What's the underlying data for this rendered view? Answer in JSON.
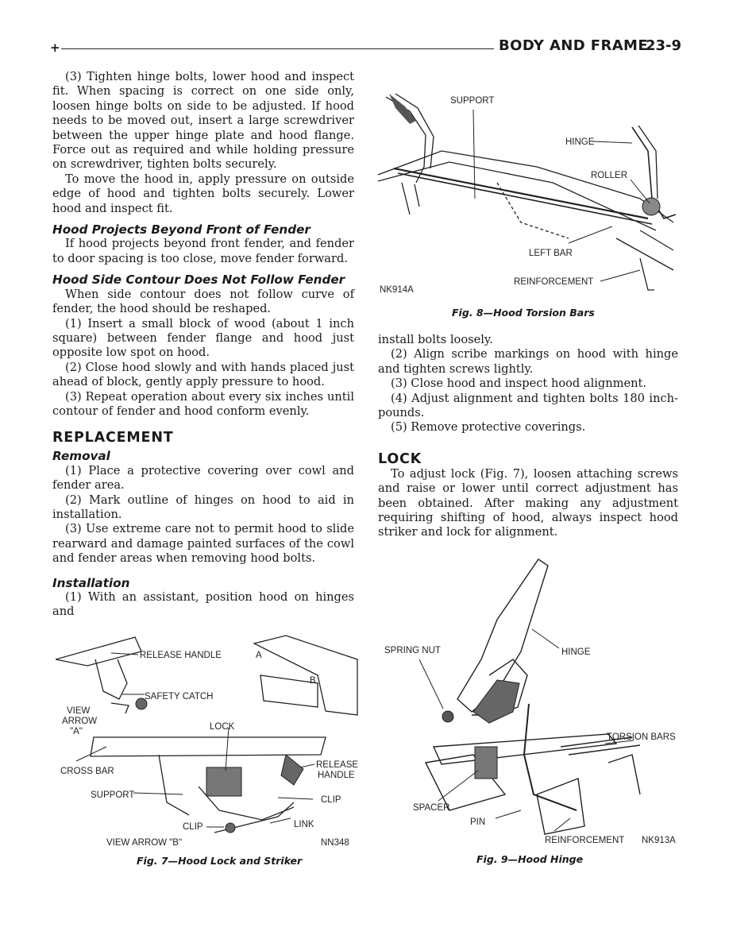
{
  "header": {
    "plus": "+",
    "title": "BODY AND FRAME",
    "page_number": "23-9"
  },
  "left_column": {
    "p1": "(3) Tighten hinge bolts, lower hood and inspect fit. When spacing is correct on one side only, loosen hinge bolts on side to be adjusted. If hood needs to be moved out, insert a large screwdriver between the upper hinge plate and hood flange. Force out as required and while holding pressure on screwdriver, tighten bolts securely.",
    "p2": "To move the hood in, apply pressure on outside edge of hood and tighten bolts securely. Lower hood and inspect fit.",
    "h_projects": "Hood Projects Beyond Front of Fender",
    "p3": "If hood projects beyond front fender, and fender to door spacing is too close, move fender forward.",
    "h_contour": "Hood Side Contour Does Not Follow Fender",
    "p4": "When side contour does not follow curve of fender, the hood should be reshaped.",
    "p5": "(1) Insert a small block of wood (about 1 inch square) between fender flange and hood just opposite low spot on hood.",
    "p6": "(2) Close hood slowly and with hands placed just ahead of block, gently apply pressure to hood.",
    "p7": "(3) Repeat operation about every six inches until contour of fender and hood conform evenly.",
    "h_replacement": "REPLACEMENT",
    "h_removal": "Removal",
    "p8": "(1) Place a protective covering over cowl and fender area.",
    "p9": "(2) Mark outline of hinges on hood to aid in installation.",
    "p10": "(3) Use extreme care not to permit hood to slide rearward and damage painted surfaces of the cowl and fender areas when removing hood bolts.",
    "h_installation": "Installation",
    "p11": "(1) With an assistant, position hood on hinges and"
  },
  "right_column": {
    "p1": "install bolts loosely.",
    "p2": "(2) Align scribe markings on hood with hinge and tighten screws lightly.",
    "p3": "(3) Close hood and inspect hood alignment.",
    "p4": "(4) Adjust alignment and tighten bolts 180 inch-pounds.",
    "p5": "(5) Remove protective coverings.",
    "h_lock": "LOCK",
    "p6": "To adjust lock (Fig. 7), loosen attaching screws and raise or lower until correct adjustment has been obtained. After making any adjustment requiring shifting of hood, always inspect hood striker and lock for alignment."
  },
  "fig8": {
    "caption": "Fig. 8—Hood Torsion Bars",
    "code": "NK914A",
    "labels": {
      "support": "SUPPORT",
      "hinge": "HINGE",
      "roller": "ROLLER",
      "left_bar": "LEFT BAR",
      "reinforcement": "REINFORCEMENT"
    }
  },
  "fig7": {
    "caption": "Fig. 7—Hood Lock and Striker",
    "code": "NN348",
    "labels": {
      "release_handle": "RELEASE HANDLE",
      "a_arrow": "A",
      "b": "B",
      "safety_catch": "SAFETY CATCH",
      "view_arrow_a_1": "VIEW",
      "view_arrow_a_2": "ARROW",
      "view_arrow_a_3": "\"A\"",
      "lock": "LOCK",
      "cross_bar": "CROSS BAR",
      "release_1": "RELEASE",
      "release_2": "HANDLE",
      "support": "SUPPORT",
      "clip_right": "CLIP",
      "clip_left": "CLIP",
      "link": "LINK",
      "view_arrow_b": "VIEW ARROW \"B\""
    }
  },
  "fig9": {
    "caption": "Fig. 9—Hood Hinge",
    "code": "NK913A",
    "labels": {
      "spring_nut": "SPRING NUT",
      "hinge": "HINGE",
      "torsion_bars": "TORSION BARS",
      "spacer": "SPACER",
      "pin": "PIN",
      "reinforcement": "REINFORCEMENT"
    }
  }
}
